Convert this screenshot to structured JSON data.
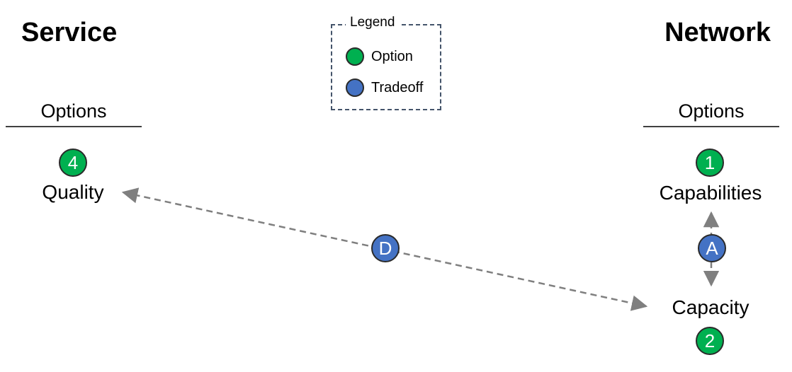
{
  "headings": {
    "left": "Service",
    "right": "Network"
  },
  "columns": {
    "left_title": "Options",
    "right_title": "Options"
  },
  "legend": {
    "title": "Legend",
    "items": [
      {
        "kind": "option",
        "label": "Option"
      },
      {
        "kind": "tradeoff",
        "label": "Tradeoff"
      }
    ]
  },
  "options": {
    "quality": {
      "number": "4",
      "label": "Quality"
    },
    "capabilities": {
      "number": "1",
      "label": "Capabilities"
    },
    "capacity": {
      "number": "2",
      "label": "Capacity"
    }
  },
  "tradeoffs": {
    "a": {
      "letter": "A",
      "between": [
        "Capabilities",
        "Capacity"
      ]
    },
    "d": {
      "letter": "D",
      "between": [
        "Quality",
        "Capacity"
      ]
    }
  },
  "colors": {
    "option": "#00b050",
    "tradeoff": "#4472c4",
    "connector": "#7f7f7f",
    "legend_border": "#44546a"
  }
}
